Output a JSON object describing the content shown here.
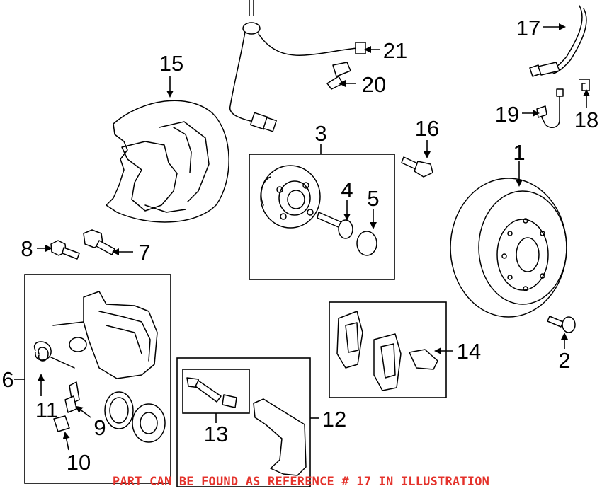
{
  "callouts": {
    "c1": "1",
    "c2": "2",
    "c3": "3",
    "c4": "4",
    "c5": "5",
    "c6": "6",
    "c7": "7",
    "c8": "8",
    "c9": "9",
    "c10": "10",
    "c11": "11",
    "c12": "12",
    "c13": "13",
    "c14": "14",
    "c15": "15",
    "c16": "16",
    "c17": "17",
    "c18": "18",
    "c19": "19",
    "c20": "20",
    "c21": "21"
  },
  "notice": "PART CAN BE FOUND AS REFERENCE # 17 IN ILLUSTRATION",
  "colors": {
    "notice": "#e4322b",
    "lines": "#000000",
    "background": "#ffffff"
  }
}
